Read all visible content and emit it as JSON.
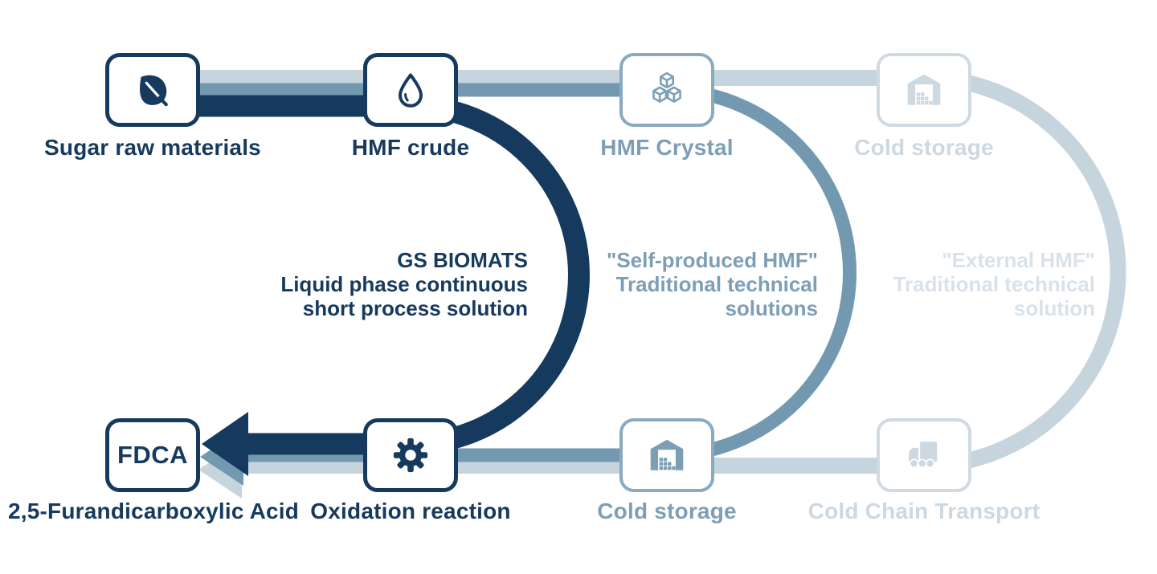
{
  "diagram_title": "HMF to FDCA process routes",
  "colors": {
    "dark_route": "#163a5e",
    "medium_route": "#7399b1",
    "light_route": "#c6d4de",
    "medium_text": "#7d9fb6",
    "light_text": "#cdd8e0",
    "external_text": "#dae2e9",
    "background": "#ffffff"
  },
  "nodes": {
    "top": [
      {
        "label": "Sugar raw materials",
        "icon": "leaf-icon",
        "style": "dark"
      },
      {
        "label": "HMF crude",
        "icon": "droplet-icon",
        "style": "dark"
      },
      {
        "label": "HMF Crystal",
        "icon": "cubes-icon",
        "style": "medium"
      },
      {
        "label": "Cold storage",
        "icon": "warehouse-icon",
        "style": "light"
      }
    ],
    "bottom": [
      {
        "label": "2,5-Furandicarboxylic Acid",
        "text": "FDCA",
        "style": "dark"
      },
      {
        "label": "Oxidation reaction",
        "icon": "gear-icon",
        "style": "dark"
      },
      {
        "label": "Cold storage",
        "icon": "warehouse-icon",
        "style": "medium"
      },
      {
        "label": "Cold Chain Transport",
        "icon": "truck-icon",
        "style": "light"
      }
    ]
  },
  "routes": [
    {
      "name": "gs-biomats-route",
      "color": "#163a5e",
      "lines": [
        "GS BIOMATS",
        "Liquid phase continuous",
        "short process solution"
      ]
    },
    {
      "name": "self-produced-route",
      "color": "#7399b1",
      "lines": [
        "\"Self-produced HMF\"",
        "Traditional technical",
        "solutions"
      ]
    },
    {
      "name": "external-route",
      "color": "#c6d4de",
      "lines": [
        "\"External HMF\"",
        "Traditional technical",
        "solution"
      ]
    }
  ]
}
